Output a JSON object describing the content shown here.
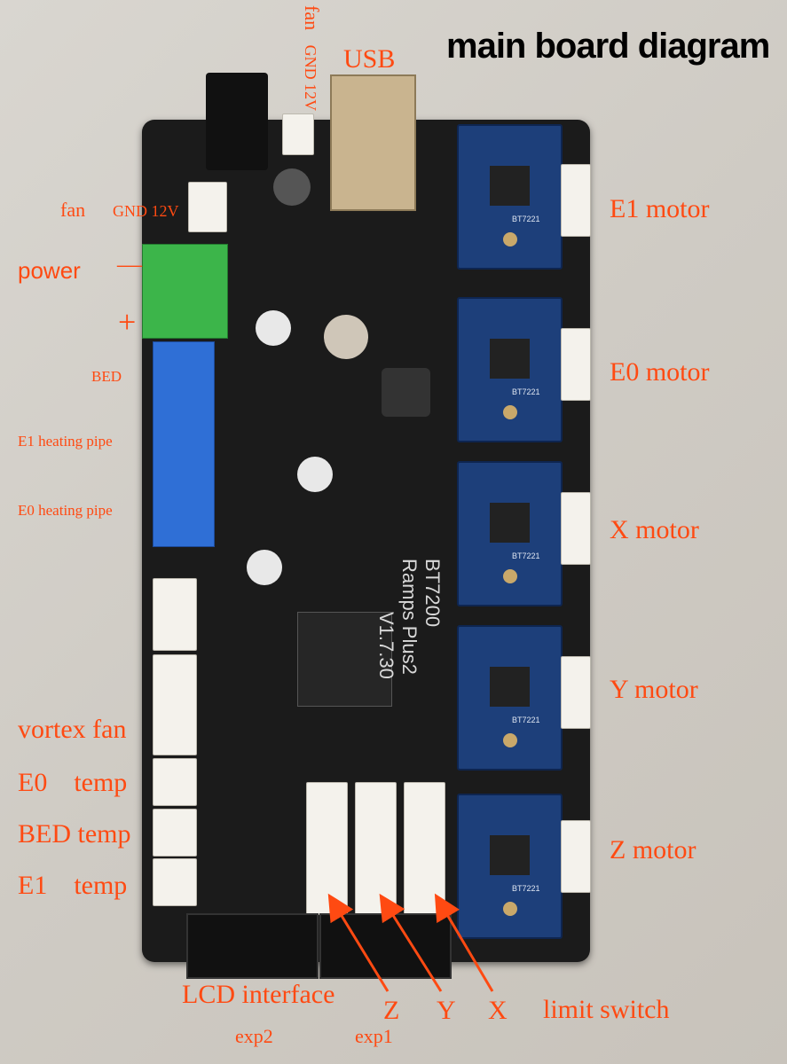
{
  "title": "main board diagram",
  "board": {
    "model": "BT7200",
    "name": "Ramps Plus2",
    "version": "V1.7.30",
    "driver_name": "BT7221"
  },
  "labels": {
    "usb": "USB",
    "fan_top": "fan",
    "fan_top_pins": "GND 12V",
    "fan_left": "fan",
    "fan_left_pins": "GND 12V",
    "power": "power",
    "minus": "—",
    "plus": "+",
    "bed": "BED",
    "e1_heating": "E1 heating pipe",
    "e0_heating": "E0 heating pipe",
    "e1_motor": "E1 motor",
    "e0_motor": "E0 motor",
    "x_motor": "X motor",
    "y_motor": "Y motor",
    "z_motor": "Z motor",
    "vortex_fan": "vortex fan",
    "e0_temp": "E0    temp",
    "bed_temp": "BED temp",
    "e1_temp": "E1    temp",
    "lcd_interface": "LCD interface",
    "exp2": "exp2",
    "exp1": "exp1",
    "z": "Z",
    "y": "Y",
    "x": "X",
    "limit_switch": "limit switch"
  },
  "colors": {
    "label": "#ff4a12",
    "board": "#1b1b1b",
    "driver": "#1d3f7a",
    "power_terminal": "#3cb54a",
    "heater_terminal": "#2f6fd6"
  }
}
